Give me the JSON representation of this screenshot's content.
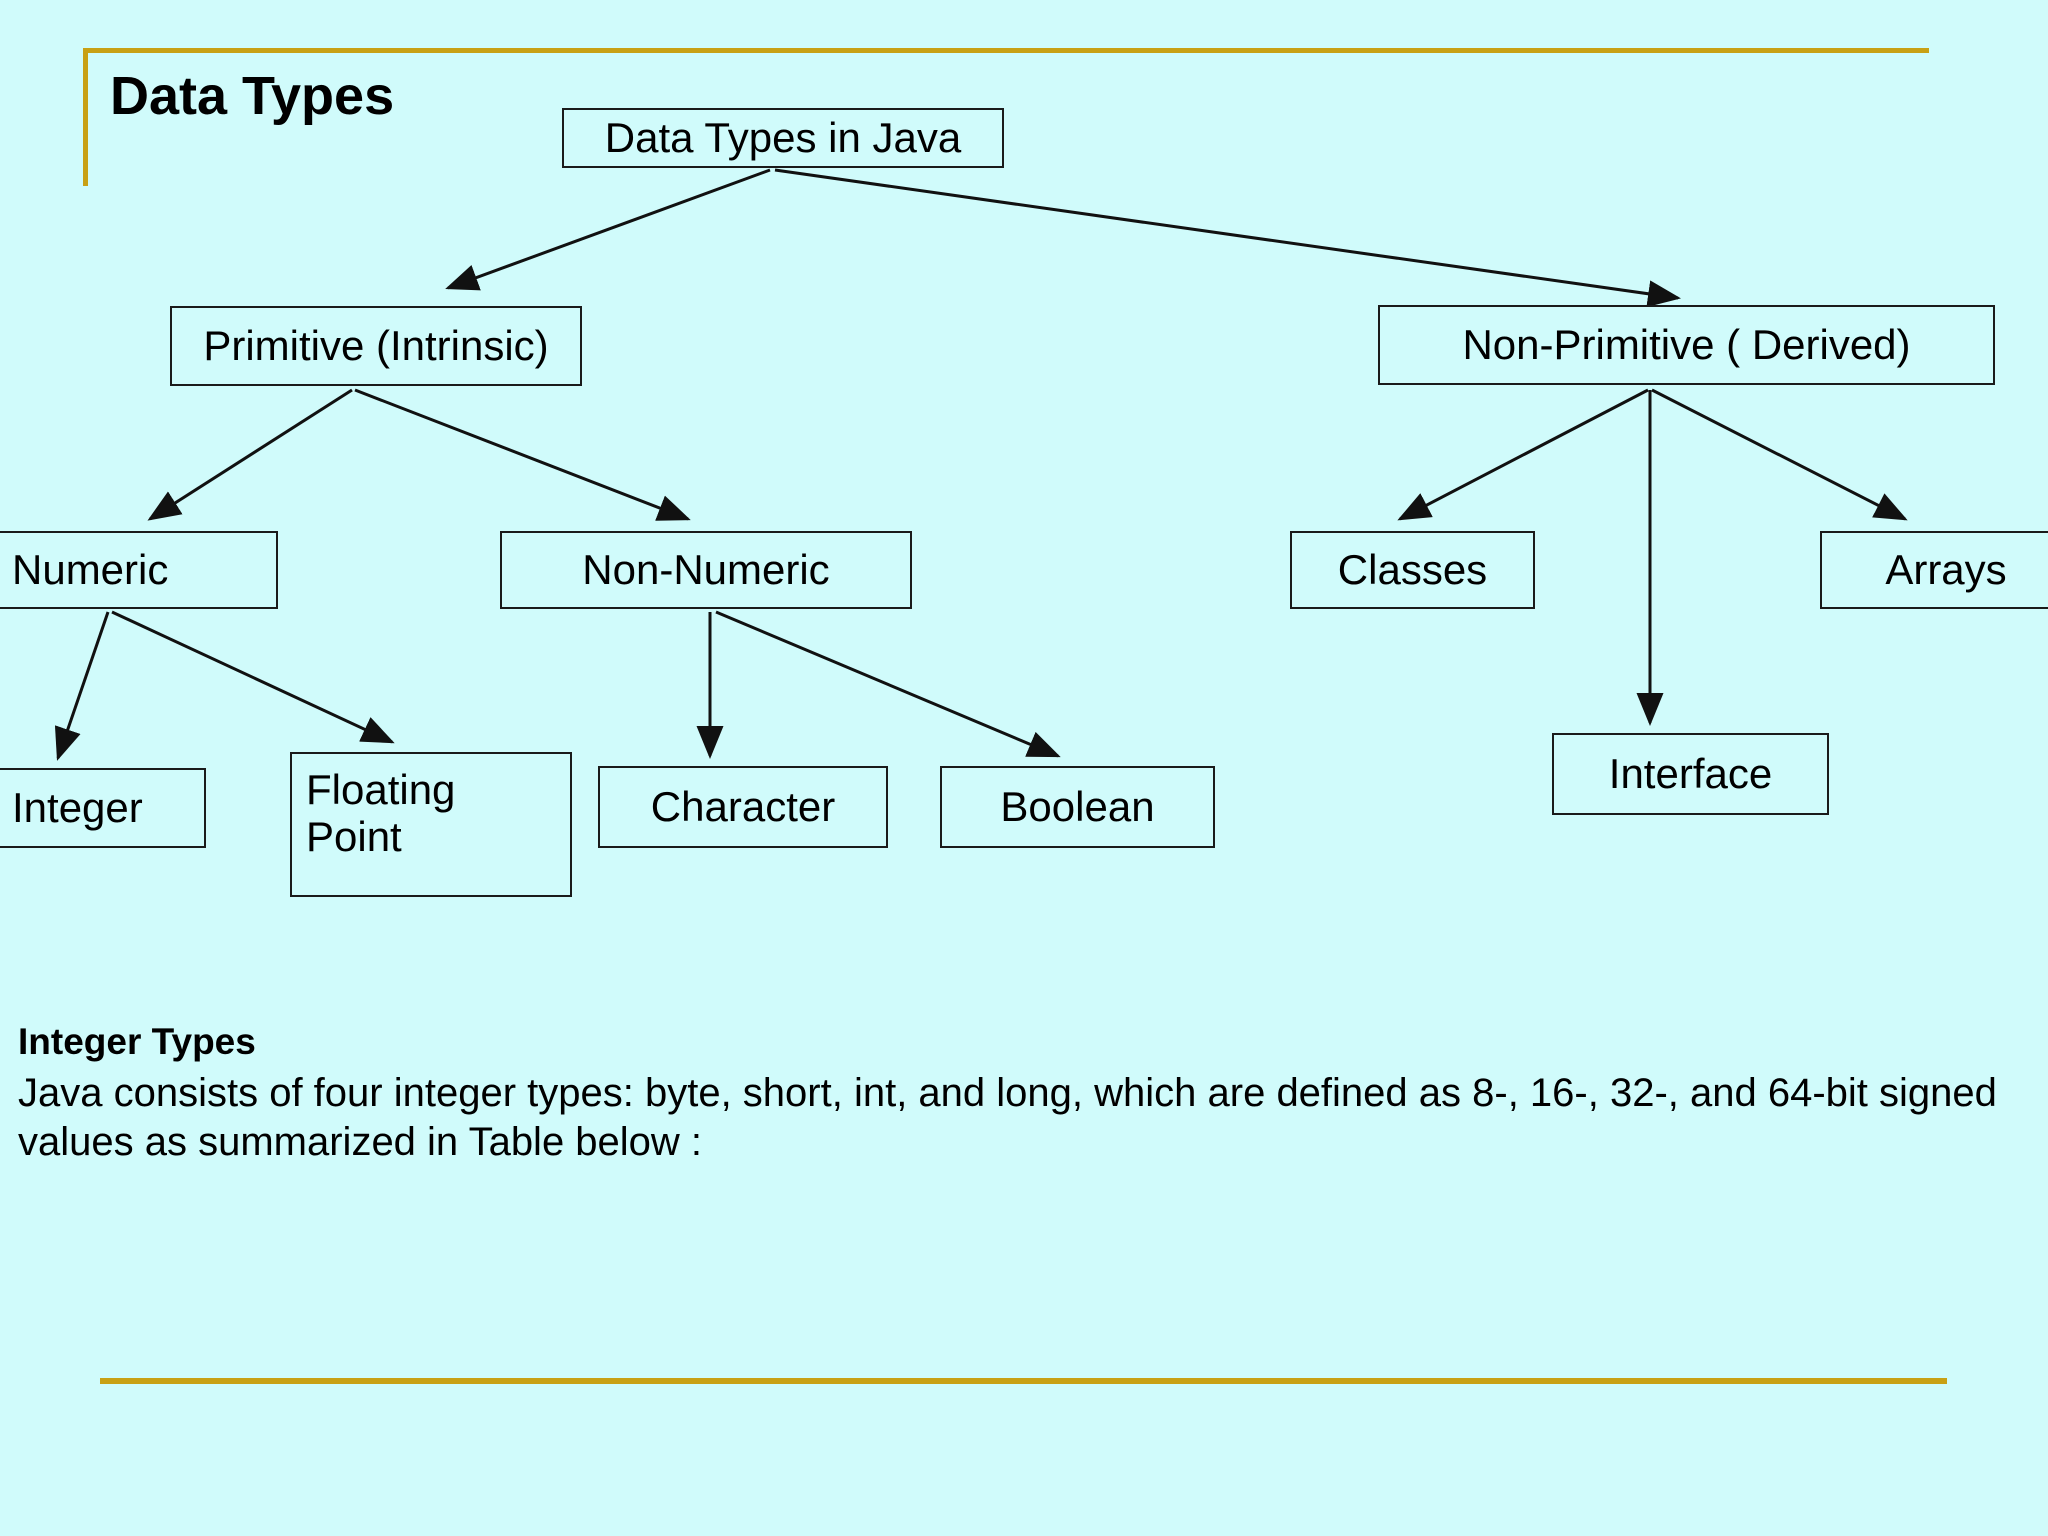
{
  "slide": {
    "title": "Data Types",
    "background_color": "#d0fbfb",
    "accent_color": "#c8a014",
    "line_color": "#1a1a1a"
  },
  "diagram": {
    "type": "tree",
    "title": "Data Types in Java",
    "nodes": {
      "root": "Data Types in Java",
      "primitive": "Primitive (Intrinsic)",
      "non_primitive": "Non-Primitive ( Derived)",
      "numeric": "Numeric",
      "non_numeric": "Non-Numeric",
      "classes": "Classes",
      "arrays": "Arrays",
      "integer": "Integer",
      "floating_point": "Floating\nPoint",
      "character": "Character",
      "boolean": "Boolean",
      "interface": "Interface"
    },
    "edges": [
      {
        "from": "root",
        "to": "primitive"
      },
      {
        "from": "root",
        "to": "non_primitive"
      },
      {
        "from": "primitive",
        "to": "numeric"
      },
      {
        "from": "primitive",
        "to": "non_numeric"
      },
      {
        "from": "non_primitive",
        "to": "classes"
      },
      {
        "from": "non_primitive",
        "to": "interface"
      },
      {
        "from": "non_primitive",
        "to": "arrays"
      },
      {
        "from": "numeric",
        "to": "integer"
      },
      {
        "from": "numeric",
        "to": "floating_point"
      },
      {
        "from": "non_numeric",
        "to": "character"
      },
      {
        "from": "non_numeric",
        "to": "boolean"
      }
    ]
  },
  "body": {
    "heading": "Integer Types",
    "paragraph": "Java consists of four integer types: byte, short, int, and long, which are defined as 8-, 16-, 32-, and 64-bit signed values as summarized in Table below :"
  }
}
